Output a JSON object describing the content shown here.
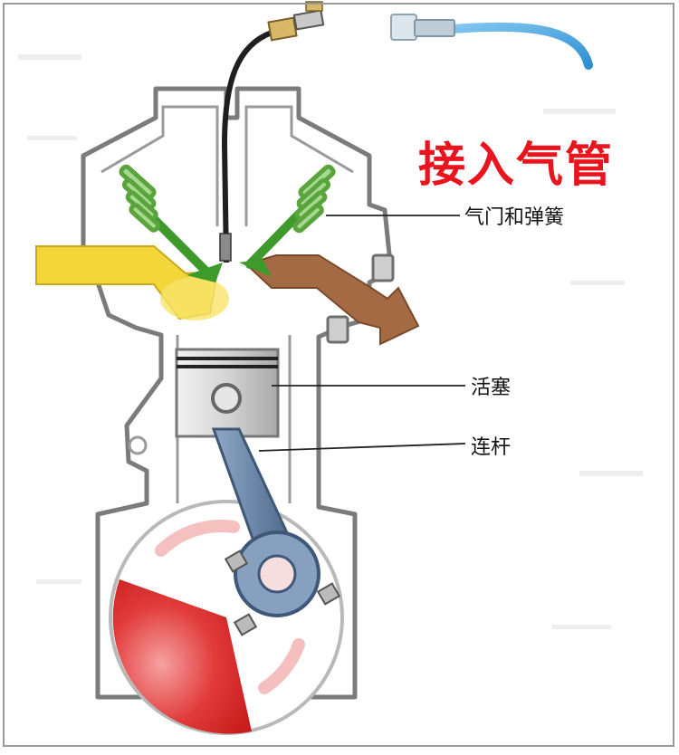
{
  "diagram": {
    "headline": "接入气管",
    "callouts": {
      "valve_spring": "气门和弹簧",
      "piston": "活塞",
      "connecting_rod": "连杆"
    },
    "colors": {
      "headline": "#e8141e",
      "intake_flow": "#f3d63a",
      "exhaust_flow": "#a46a44",
      "valve": "#3f9a2c",
      "valve_spring": "#86c06a",
      "connecting_rod": "#6b86a8",
      "crank_area": "#e23b3b",
      "air_hose": "#4aa9e0",
      "engine_outline": "#7b7b7b"
    }
  }
}
